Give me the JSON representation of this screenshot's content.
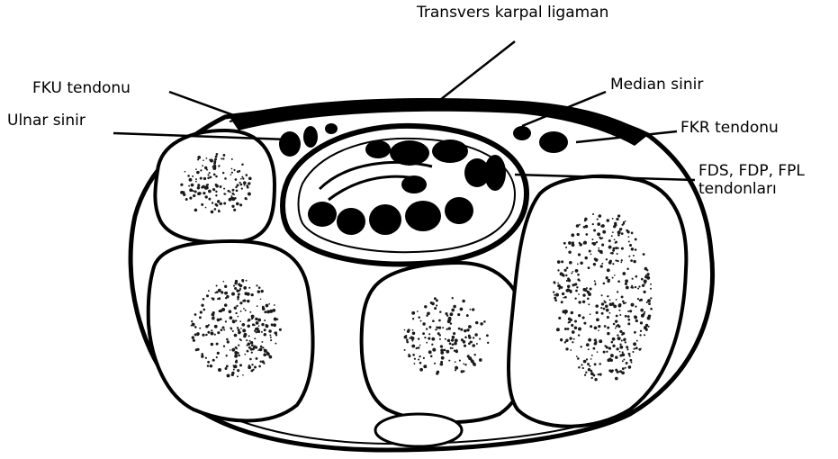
{
  "figure": {
    "type": "anatomical cross-section of the carpal tunnel",
    "colors": {
      "ink": "#000000",
      "background": "#ffffff",
      "stipple": "#1a1a1a"
    }
  },
  "labels": {
    "transverse_ligament": "Transvers karpal ligaman",
    "fku_tendon": "FKU tendonu",
    "median_nerve": "Median sinir",
    "ulnar_nerve": "Ulnar sinir",
    "fkr_tendon": "FKR tendonu",
    "flexor_tendons": "FDS, FDP, FPL tendonları"
  }
}
